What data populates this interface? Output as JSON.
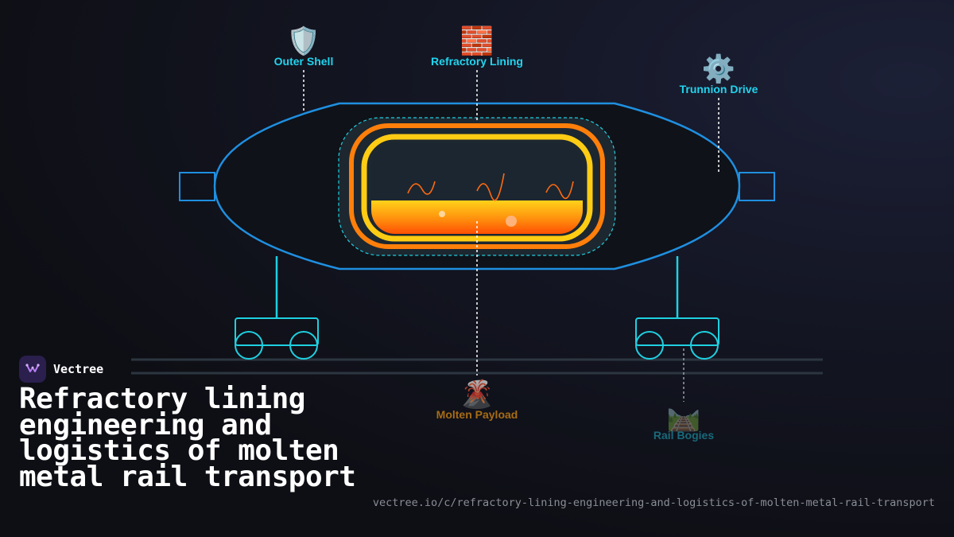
{
  "brand": {
    "name": "Vectree"
  },
  "title": "Refractory lining engineering and logistics of molten metal rail transport",
  "url": "vectree.io/c/refractory-lining-engineering-and-logistics-of-molten-metal-rail-transport",
  "labels": {
    "outer_shell": {
      "text": "Outer Shell",
      "icon": "🛡️"
    },
    "refractory_lining": {
      "text": "Refractory Lining",
      "icon": "🧱"
    },
    "trunnion_drive": {
      "text": "Trunnion Drive",
      "icon": "⚙️"
    },
    "molten_payload": {
      "text": "Molten Payload",
      "icon": "🌋"
    },
    "rail_bogies": {
      "text": "Rail Bogies",
      "icon": "🛤️"
    }
  },
  "colors": {
    "shell": "#1f8fe0",
    "bogie": "#1fd0e0",
    "label_cyan": "#21d4ee",
    "label_orange": "#d98a14",
    "lining_orange": "#ff7f0a",
    "lining_yellow": "#ffcc14"
  }
}
